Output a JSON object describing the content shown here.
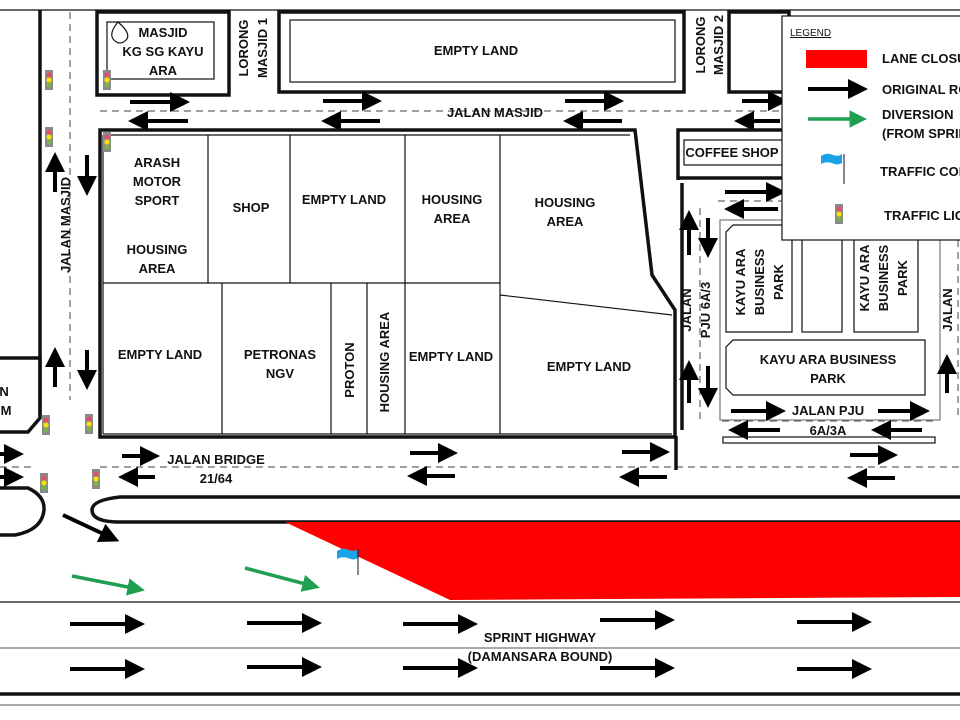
{
  "legend": {
    "title": "LEGEND",
    "items": [
      "LANE CLOSURE",
      "ORIGINAL ROUTE",
      "DIVERSION",
      "(FROM SPRINT HIGHWAY)",
      "TRAFFIC CONTROLLER",
      "TRAFFIC LIGHT"
    ]
  },
  "roads": {
    "jalan_masjid_h": "JALAN MASJID",
    "jalan_masjid_v": "JALAN MASJID",
    "lorong1": [
      "LORONG",
      "MASJID 1"
    ],
    "lorong2": [
      "LORONG",
      "MASJID 2"
    ],
    "jalan_bridge": [
      "JALAN BRIDGE",
      "21/64"
    ],
    "jalan_pju_6a3": [
      "JALAN",
      "PJU 6A/3"
    ],
    "jalan_pju_6a3a": [
      "JALAN PJU",
      "6A/3A"
    ],
    "jalan_right": "JALAN",
    "sprint": [
      "SPRINT HIGHWAY",
      "(DAMANSARA BOUND)"
    ]
  },
  "places": {
    "masjid": [
      "MASJID",
      "KG SG KAYU",
      "ARA"
    ],
    "empty_top": "EMPTY LAND",
    "arash": [
      "ARASH",
      "MOTOR",
      "SPORT"
    ],
    "housing1": [
      "HOUSING",
      "AREA"
    ],
    "shop": "SHOP",
    "empty2": "EMPTY LAND",
    "housing2": [
      "HOUSING",
      "AREA"
    ],
    "housing3": [
      "HOUSING",
      "AREA"
    ],
    "empty3": "EMPTY LAND",
    "petronas": [
      "PETRONAS",
      "NGV"
    ],
    "proton": "PROTON",
    "housing4": "HOUSING AREA",
    "empty4": "EMPTY LAND",
    "empty5": "EMPTY LAND",
    "coffee": "COFFEE SHOP",
    "kayu1": [
      "KAYU ARA",
      "BUSINESS",
      "PARK"
    ],
    "kayu2": [
      "KAYU ARA",
      "BUSINESS",
      "PARK"
    ],
    "kayu3": [
      "KAYU ARA BUSINESS",
      "PARK"
    ],
    "left_partial": [
      "N",
      "M"
    ]
  },
  "colors": {
    "closure": "#ff0000",
    "diversion": "#1fa050",
    "flag": "#1aa3e8",
    "route": "#000000"
  }
}
